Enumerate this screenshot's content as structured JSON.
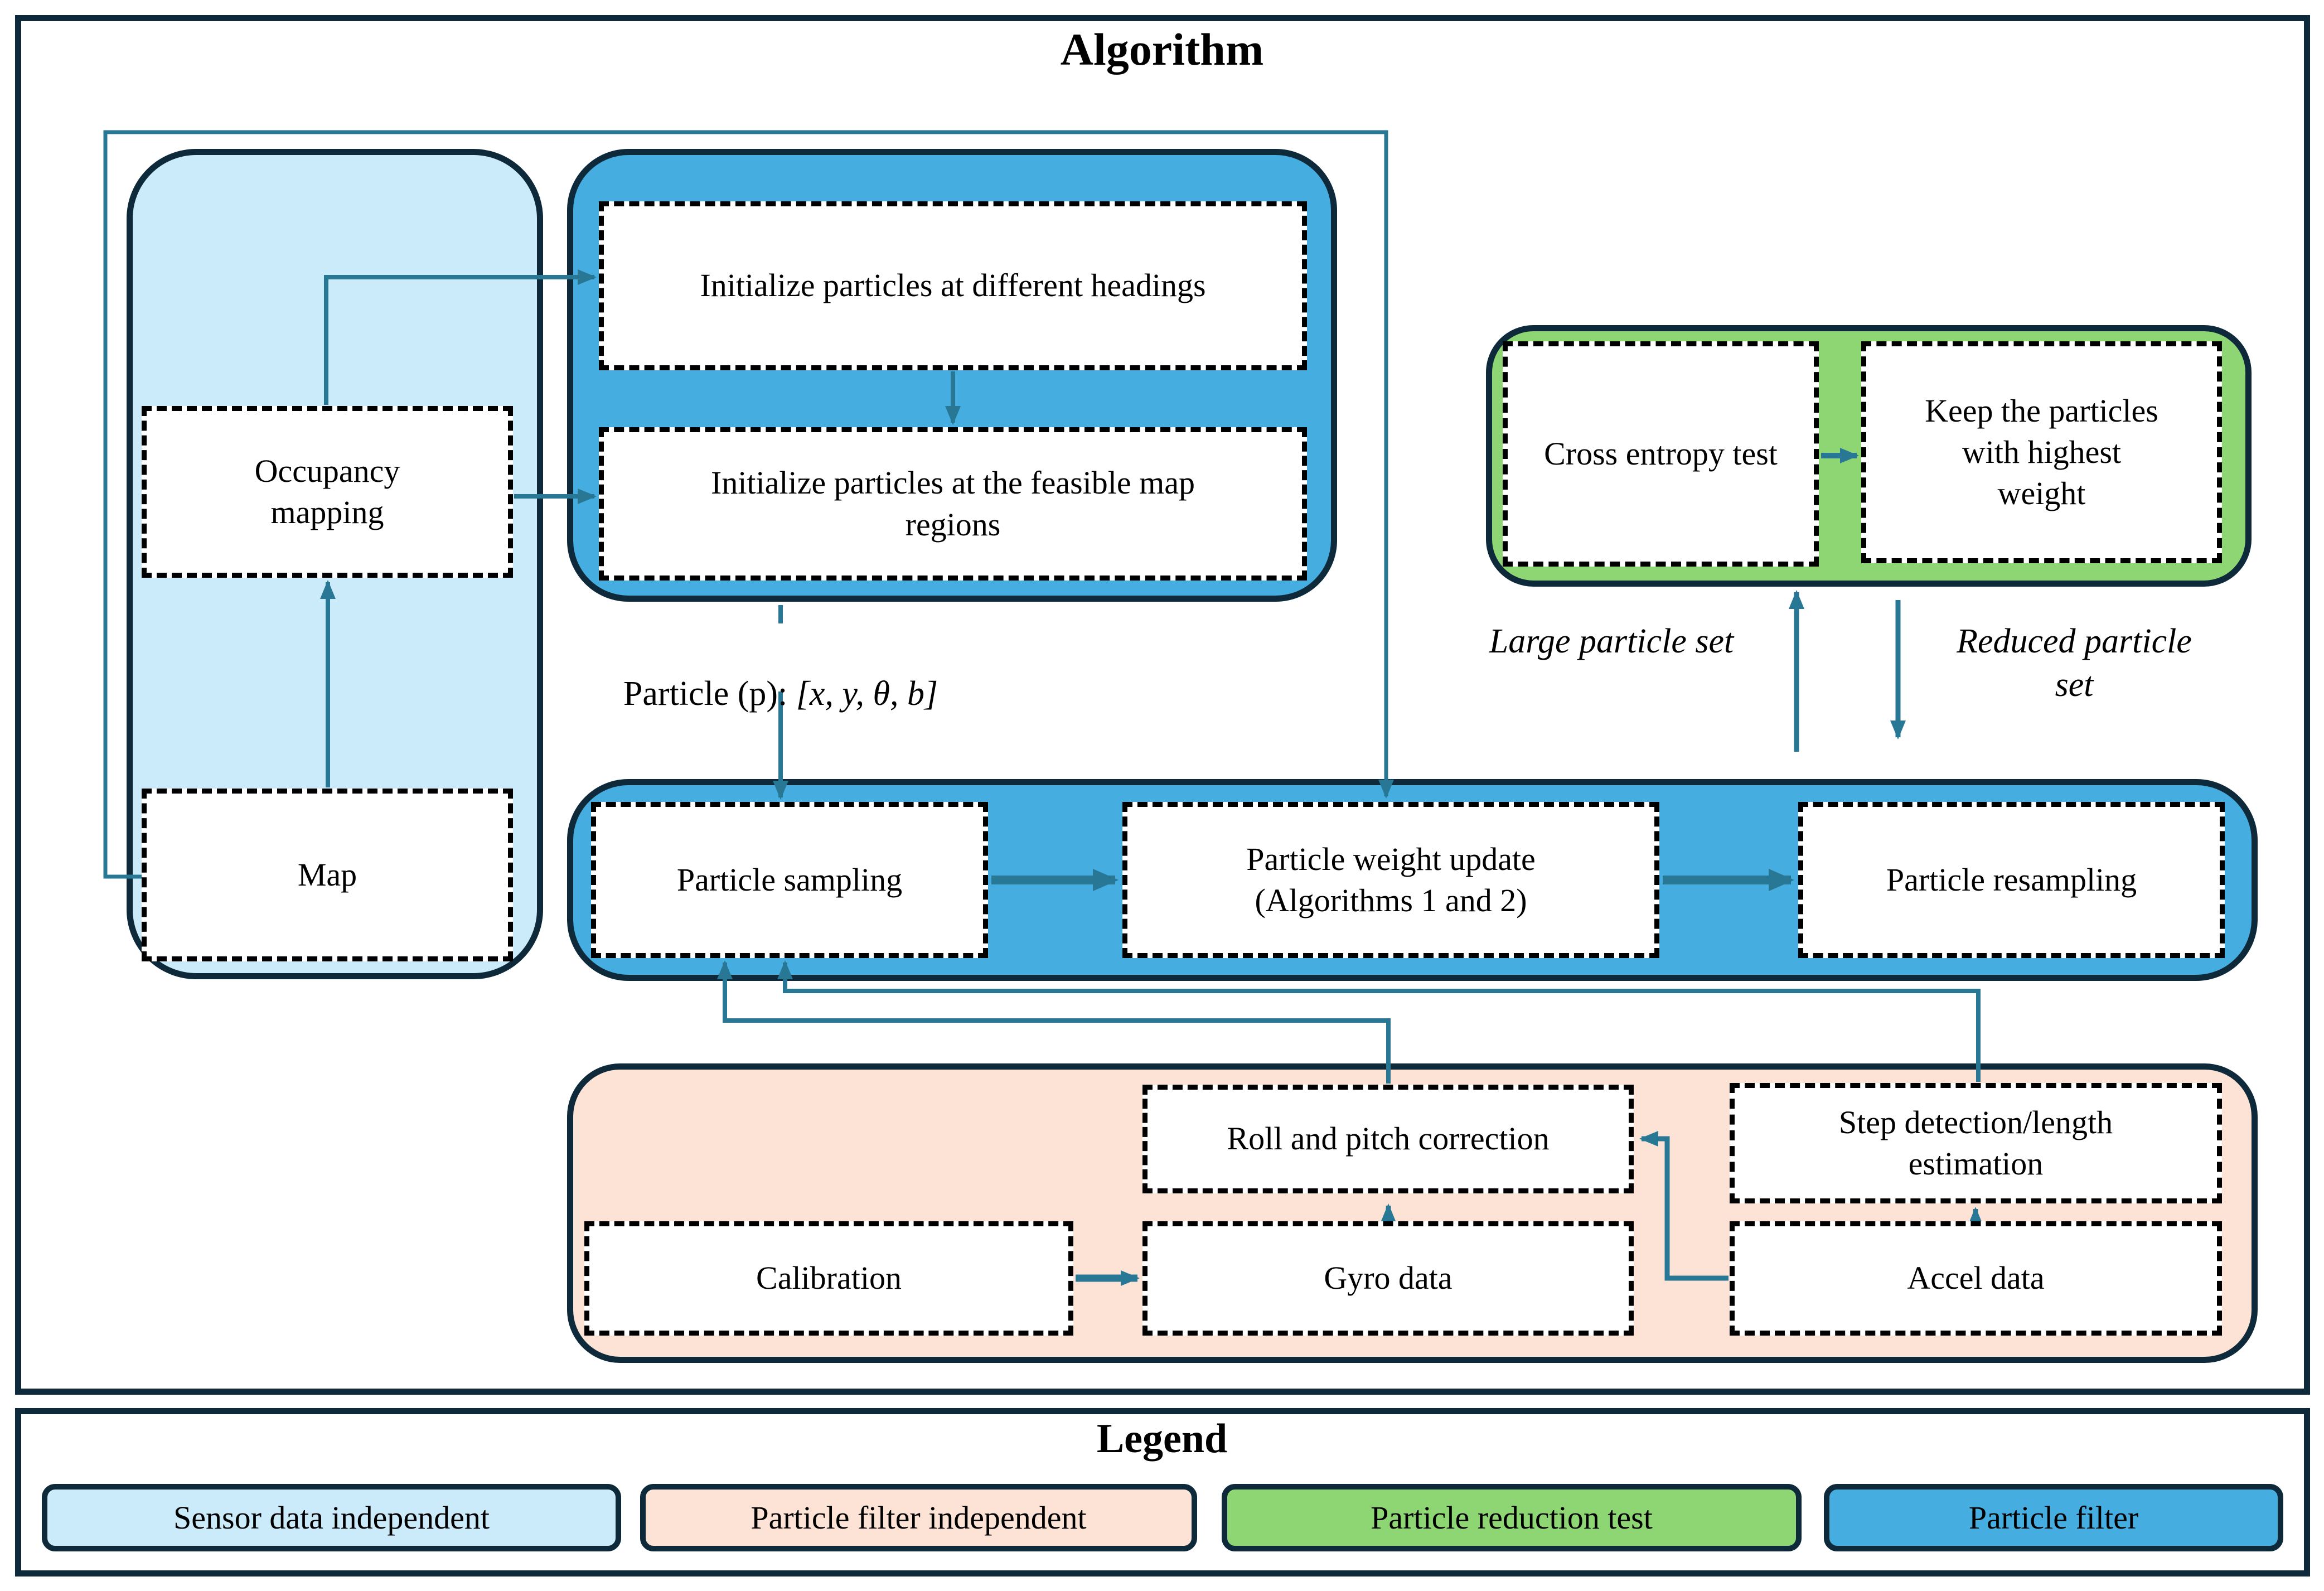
{
  "algorithm": {
    "title": "Algorithm",
    "occupancy_mapping": "Occupancy\nmapping",
    "map": "Map",
    "init_headings": "Initialize particles at different headings",
    "init_feasible_regions": "Initialize particles at the feasible map\nregions",
    "particle_note_prefix": "Particle (p): ",
    "particle_note_vector": "[x, y, θ, b]",
    "cross_entropy": "Cross entropy test",
    "keep_particles": "Keep the particles\nwith highest\nweight",
    "large_particle_set": "Large particle set",
    "reduced_particle_set": "Reduced particle\nset",
    "particle_sampling": "Particle sampling",
    "particle_weight_update": "Particle weight update\n(Algorithms 1 and 2)",
    "particle_resampling": "Particle resampling",
    "roll_pitch_correction": "Roll and pitch correction",
    "step_detection": "Step detection/length\nestimation",
    "calibration": "Calibration",
    "gyro_data": "Gyro data",
    "accel_data": "Accel data"
  },
  "legend": {
    "title": "Legend",
    "items": [
      {
        "label": "Sensor data independent",
        "color": "#cbeafa"
      },
      {
        "label": "Particle filter independent",
        "color": "#fce3d5"
      },
      {
        "label": "Particle reduction test",
        "color": "#8ed673"
      },
      {
        "label": "Particle filter",
        "color": "#45ade0"
      }
    ]
  },
  "colors": {
    "sensor_data_independent": "#cbeafa",
    "particle_filter_independent": "#fce3d5",
    "particle_reduction_test": "#8ed673",
    "particle_filter": "#45ade0",
    "outline": "#0e2a3a",
    "arrow": "#287795"
  }
}
